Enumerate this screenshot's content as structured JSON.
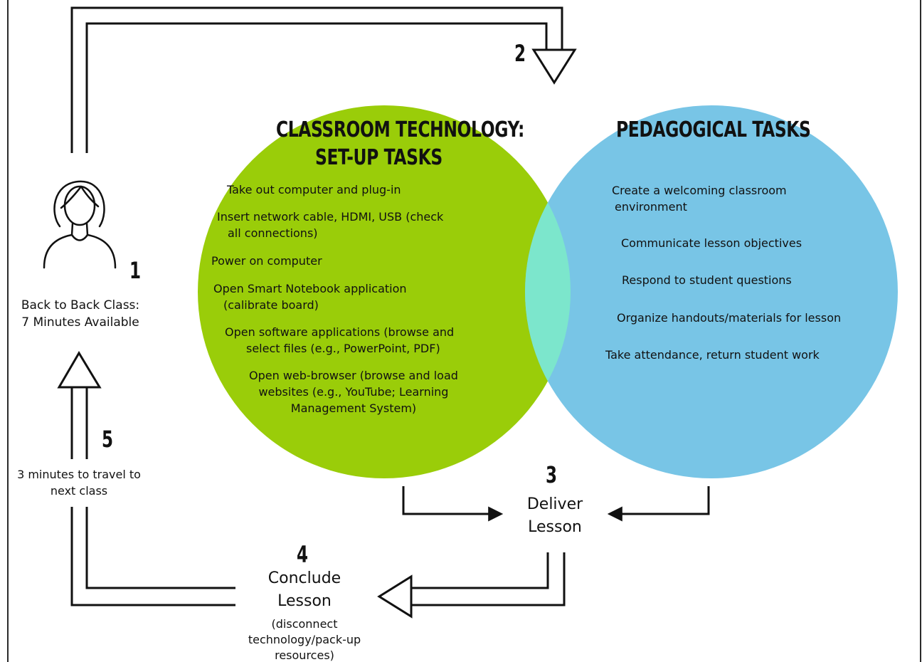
{
  "colors": {
    "tech_circle": "#9acd09",
    "pedagogy_circle": "#78c5e6",
    "overlap": "#7ce6cc",
    "line": "#111111",
    "page_border": "#2a2a2a"
  },
  "icons": {
    "person": "person-outline-icon"
  },
  "steps": {
    "step1": {
      "number": "1",
      "text_line1": "Back to Back Class:",
      "text_line2": "7 Minutes Available"
    },
    "step2": {
      "number": "2"
    },
    "step3": {
      "number": "3",
      "text_line1": "Deliver",
      "text_line2": "Lesson"
    },
    "step4": {
      "number": "4",
      "text_line1": "Conclude",
      "text_line2": "Lesson",
      "note_line1": "(disconnect",
      "note_line2": "technology/pack-up",
      "note_line3": "resources)"
    },
    "step5": {
      "number": "5",
      "text_line1": "3 minutes to travel to",
      "text_line2": "next class"
    }
  },
  "technology": {
    "title_line1": "CLASSROOM TECHNOLOGY:",
    "title_line2": "SET-UP TASKS",
    "tasks": [
      {
        "line1": "Take out computer and plug-in"
      },
      {
        "line1": "Insert network cable, HDMI, USB (check",
        "line2": "all connections)"
      },
      {
        "line1": "Power on computer"
      },
      {
        "line1": "Open Smart Notebook application",
        "line2": "(calibrate board)"
      },
      {
        "line1": "Open software applications (browse and",
        "line2": "select files (e.g., PowerPoint, PDF)"
      },
      {
        "line1": "Open web-browser (browse and load",
        "line2": "websites (e.g., YouTube; Learning",
        "line3": "Management System)"
      }
    ]
  },
  "pedagogy": {
    "title": "PEDAGOGICAL TASKS",
    "tasks": [
      {
        "line1": "Create a welcoming classroom",
        "line2": "environment"
      },
      {
        "line1": "Communicate lesson objectives"
      },
      {
        "line1": "Respond to student questions"
      },
      {
        "line1": "Organize handouts/materials for lesson"
      },
      {
        "line1": "Take attendance, return student work"
      }
    ]
  }
}
